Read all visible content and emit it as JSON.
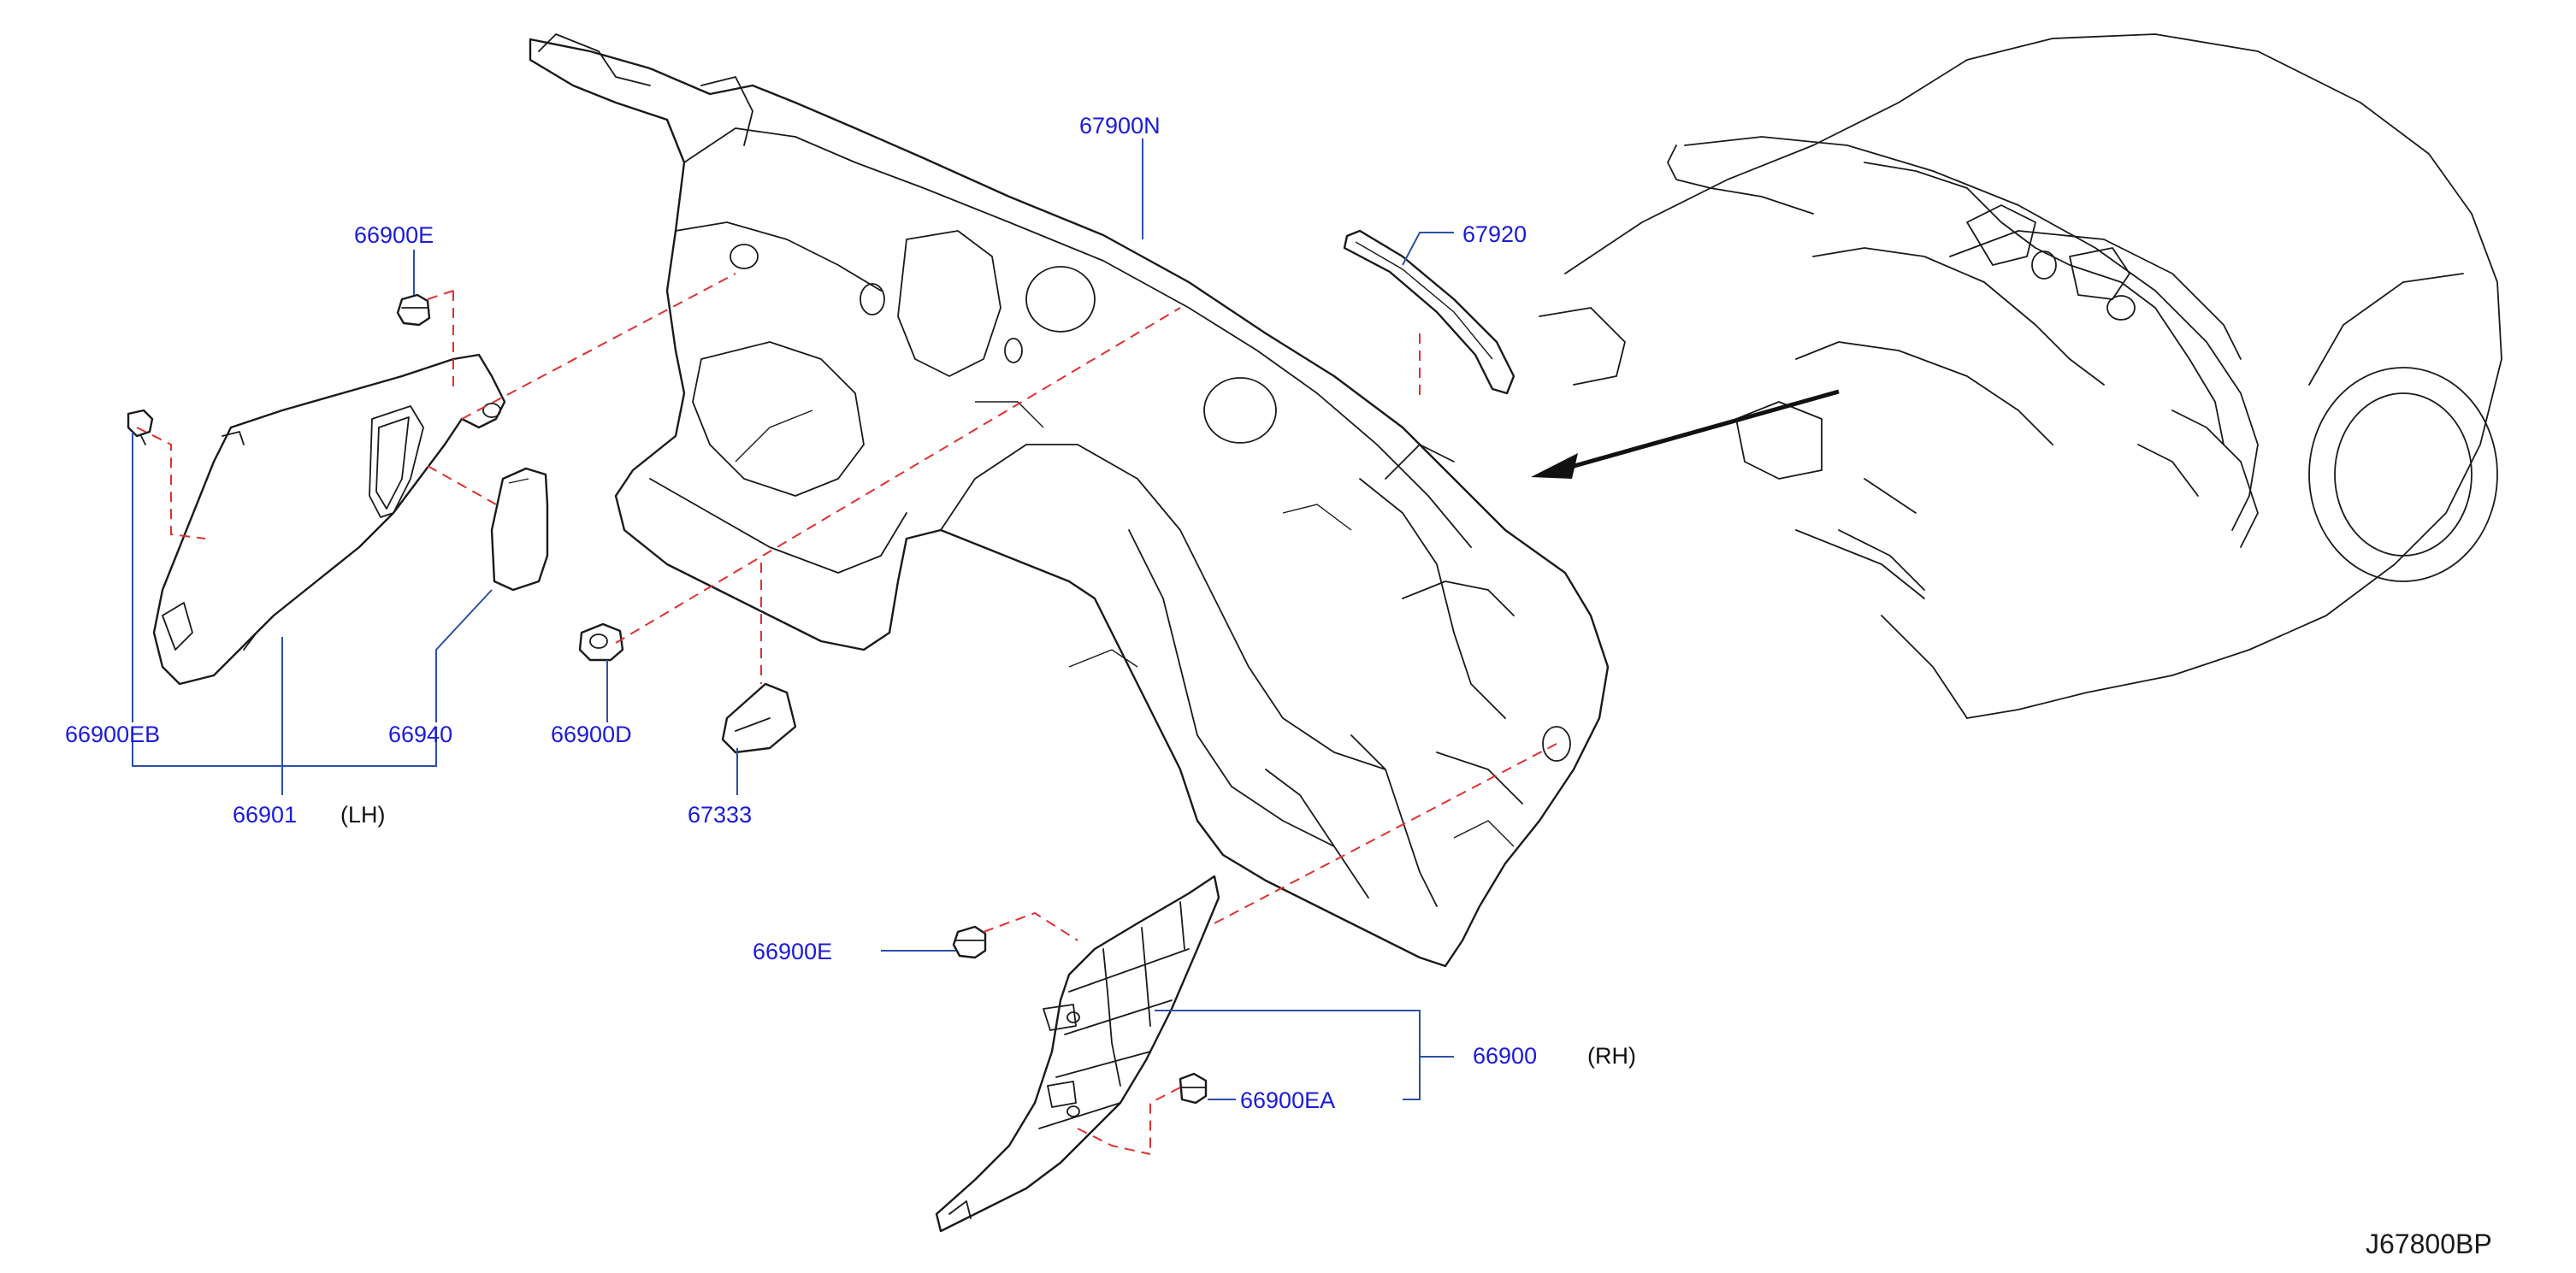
{
  "diagram_code": "J67800BP",
  "colors": {
    "label": "#1a1adb",
    "leader": "#2c4fa8",
    "dashed": "#e03030",
    "line": "#1a1a1a",
    "side_label": "#111111"
  },
  "parts": {
    "p67900N": "67900N",
    "p67920": "67920",
    "p66900E_top": "66900E",
    "p66900EB": "66900EB",
    "p66940": "66940",
    "p66900D": "66900D",
    "p67333": "67333",
    "p66901": "66901",
    "p66900E_bottom": "66900E",
    "p66900": "66900",
    "p66900EA": "66900EA"
  },
  "sides": {
    "lh": "(LH)",
    "rh": "(RH)"
  }
}
